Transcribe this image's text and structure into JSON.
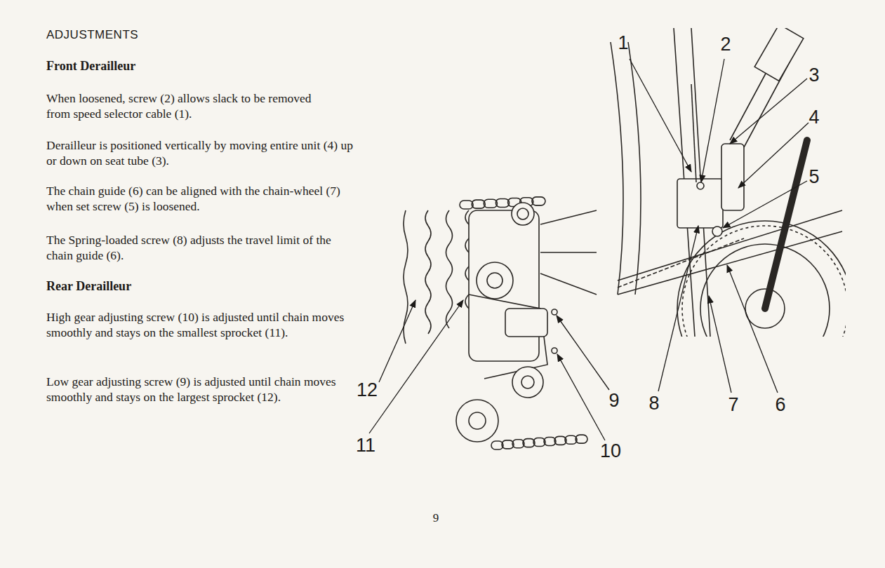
{
  "diagram": {
    "title": "ADJUSTMENTS",
    "labels": [
      "Front Derailleur",
      "When loosened, screw (2) allows slack to be removed from speed selector cable (1).",
      "Derailleur is positioned vertically by moving entire unit (4) up or down on seat tube (3).",
      "The chain guide (6) can be aligned with the chain-wheel (7) when set screw (5) is loosened.",
      "The Spring-loaded screw (8) adjusts the travel limit of the chain guide (6).",
      "Rear Derailleur",
      "High gear adjusting screw (10) is adjusted until chain moves smoothly and stays on the smallest sprocket (11).",
      "Low gear adjusting screw (9) is adjusted until chain moves smoothly and stays on the largest sprocket (12).",
      "1",
      "2",
      "3",
      "4",
      "5",
      "6",
      "7",
      "8",
      "9",
      "10",
      "11",
      "12",
      "9"
    ]
  }
}
